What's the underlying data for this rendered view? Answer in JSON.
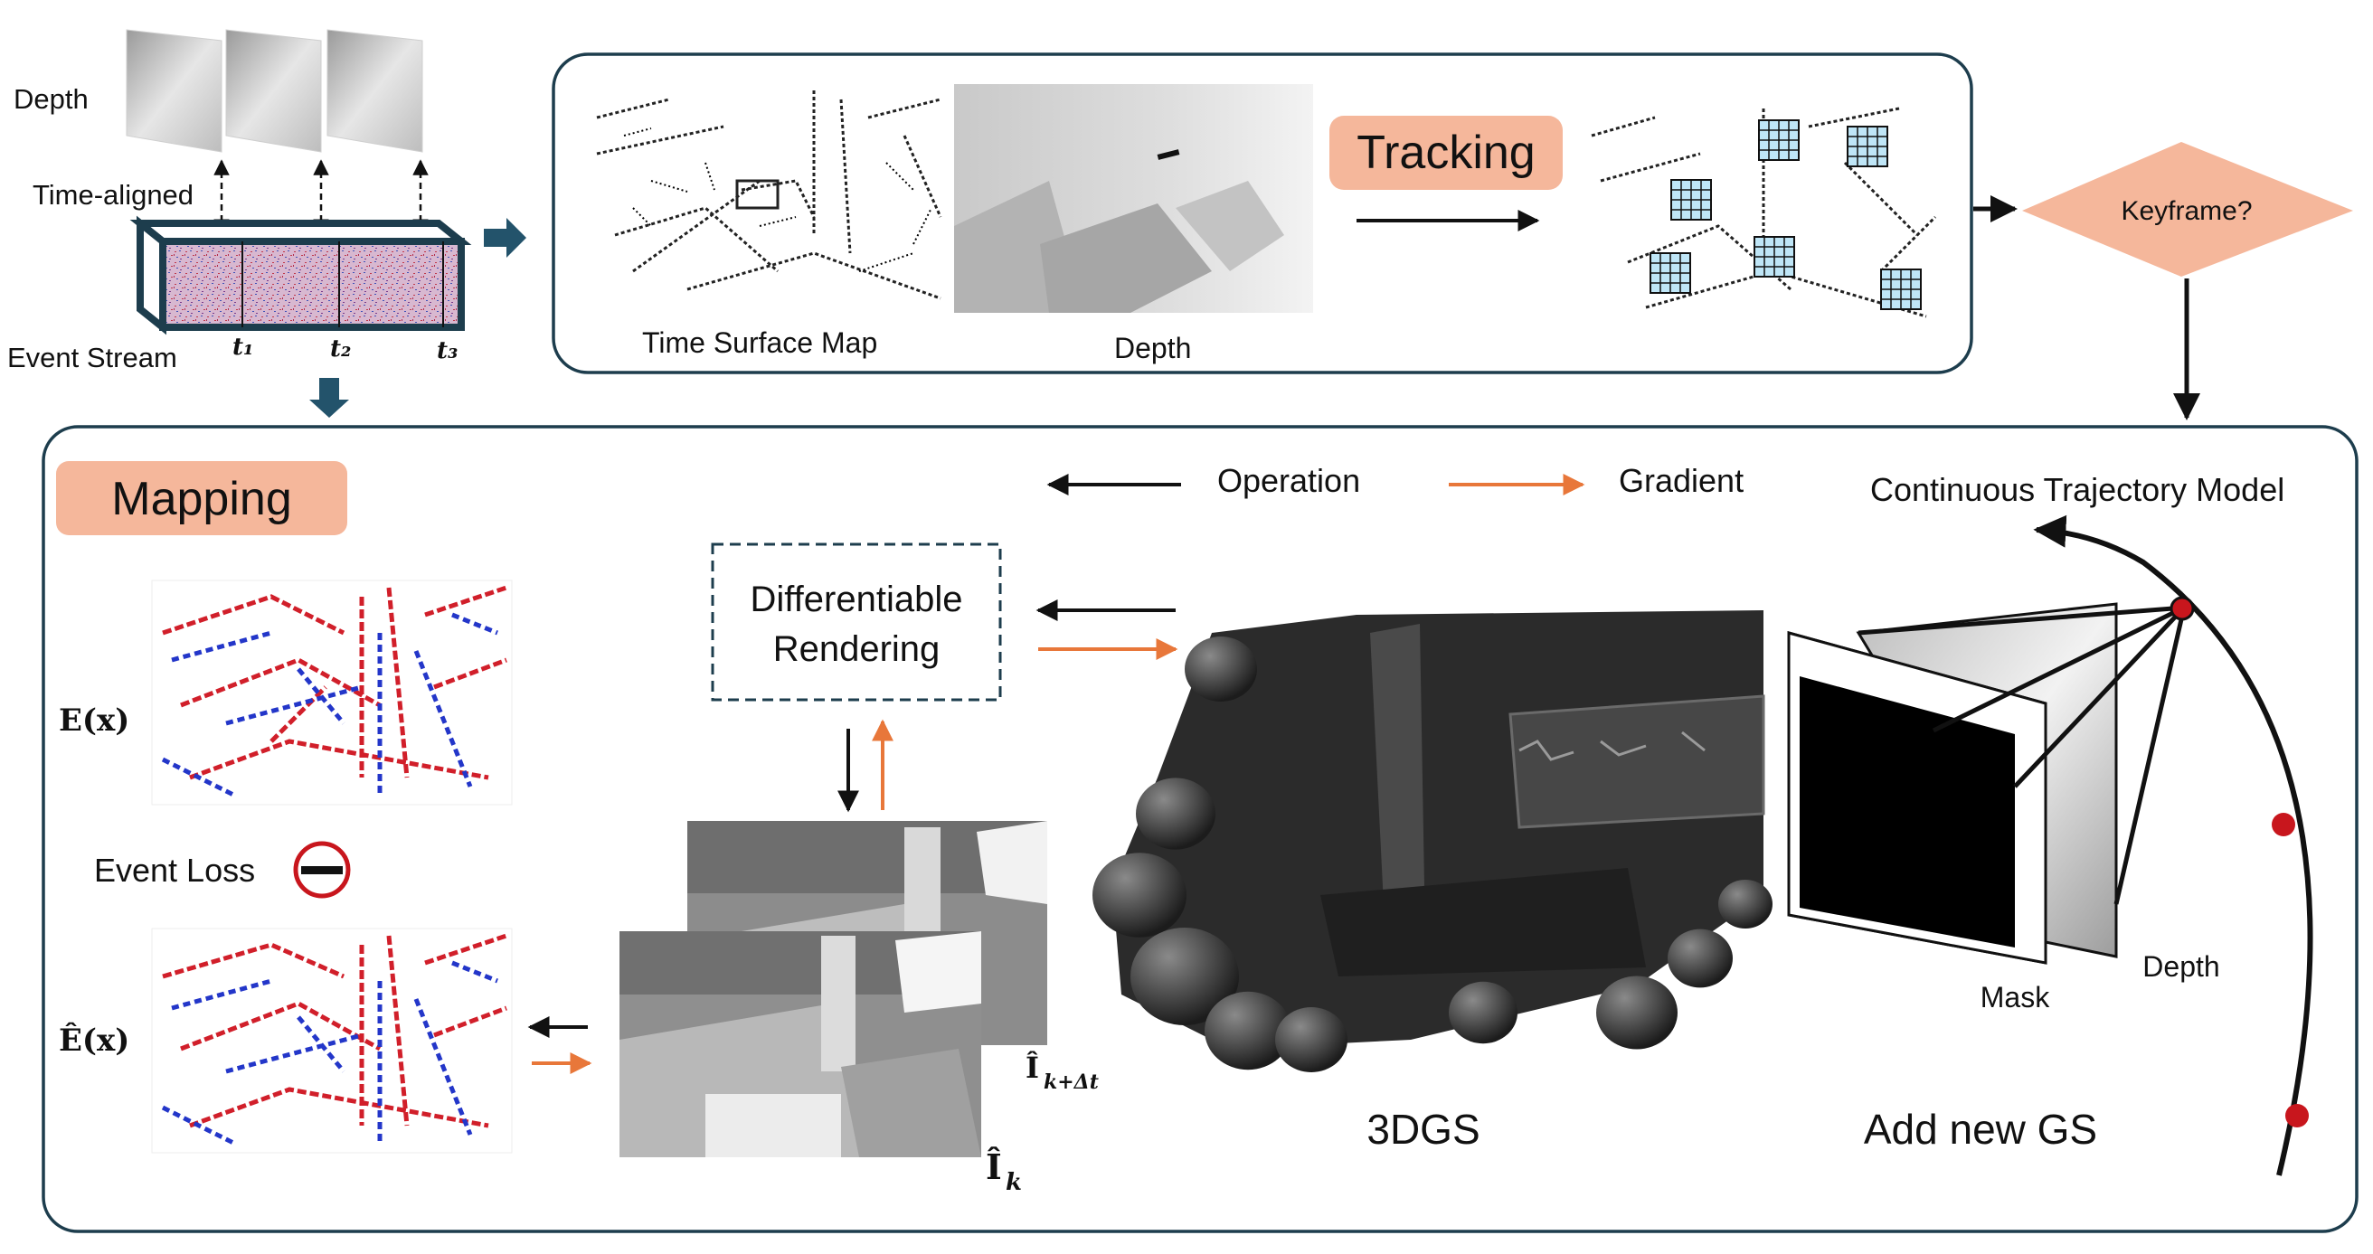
{
  "colors": {
    "accent_box": "#f5b79b",
    "gradient_arrow": "#e8773a",
    "operation_arrow": "#111111",
    "flow_arrow": "#23536b",
    "frame_border": "#23536b",
    "grid_cell": "#bfe6f7",
    "trajectory_point": "#c8161d"
  },
  "top": {
    "depth_label": "Depth",
    "time_aligned_label": "Time-aligned",
    "event_stream_label": "Event Stream",
    "time_labels": [
      "t₁",
      "t₂",
      "t₃"
    ]
  },
  "tracking": {
    "title": "Tracking",
    "time_surface_label": "Time Surface Map",
    "depth_label": "Depth"
  },
  "keyframe": {
    "label": "Keyframe?"
  },
  "mapping": {
    "title": "Mapping",
    "legend_operation": "Operation",
    "legend_gradient": "Gradient",
    "trajectory_label": "Continuous Trajectory Model",
    "e_label": "E(x)",
    "e_hat_label": "Ê(x)",
    "event_loss_label": "Event Loss",
    "diff_render_line1": "Differentiable",
    "diff_render_line2": "Rendering",
    "ik_label": "Î",
    "ik_sub": "k",
    "ikdt_label": "Î",
    "ikdt_sub": "k+Δt",
    "gs_label": "3DGS",
    "add_gs_label": "Add new GS",
    "mask_label": "Mask",
    "depth_label": "Depth"
  }
}
